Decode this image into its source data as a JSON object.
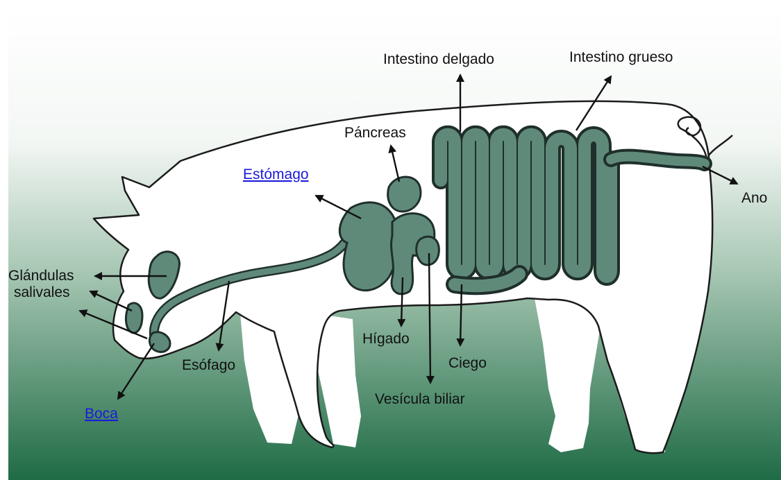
{
  "colors": {
    "background_top": "#ffffff",
    "background_bottom": "#1f6b45",
    "organ_fill": "#5f8a7a",
    "organ_outline": "#1f2f2b",
    "link_text": "#1a1adb"
  },
  "labels": {
    "intestino_delgado": "Intestino delgado",
    "intestino_grueso": "Intestino grueso",
    "pancreas": "Páncreas",
    "estomago": "Estómago",
    "ano": "Ano",
    "glandulas_line1": "Glándulas",
    "glandulas_line2": "salivales",
    "esofago": "Esófago",
    "higado": "Hígado",
    "ciego": "Ciego",
    "vesicula_biliar": "Vesícula biliar",
    "boca": "Boca"
  }
}
